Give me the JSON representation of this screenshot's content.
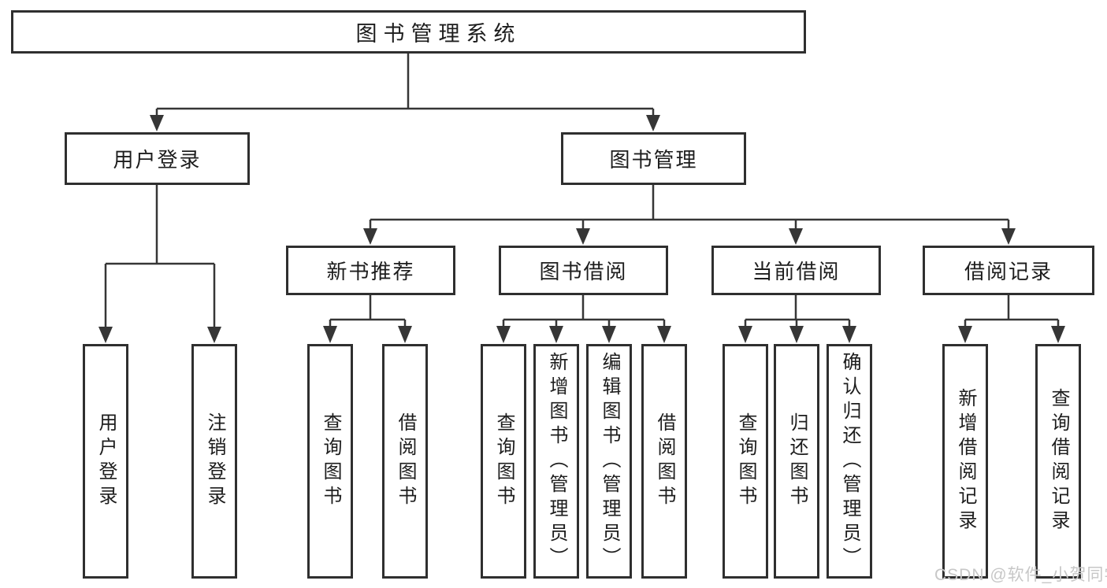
{
  "diagram": {
    "nodes": {
      "root": "图书管理系统",
      "level2": [
        "用户登录",
        "图书管理"
      ],
      "level3": [
        "新书推荐",
        "图书借阅",
        "当前借阅",
        "借阅记录"
      ],
      "leaves": [
        "用户登录",
        "注销登录",
        "查询图书",
        "借阅图书",
        "查询图书",
        "新增图书（管理员）",
        "编辑图书（管理员）",
        "借阅图书",
        "查询图书",
        "归还图书",
        "确认归还（管理员）",
        "新增借阅记录",
        "查询借阅记录"
      ]
    },
    "hierarchy": [
      {
        "parent": "图书管理系统",
        "children": [
          "用户登录",
          "图书管理"
        ]
      },
      {
        "parent": "用户登录",
        "children": [
          "用户登录",
          "注销登录"
        ]
      },
      {
        "parent": "图书管理",
        "children": [
          "新书推荐",
          "图书借阅",
          "当前借阅",
          "借阅记录"
        ]
      },
      {
        "parent": "新书推荐",
        "children": [
          "查询图书",
          "借阅图书"
        ]
      },
      {
        "parent": "图书借阅",
        "children": [
          "查询图书",
          "新增图书（管理员）",
          "编辑图书（管理员）",
          "借阅图书"
        ]
      },
      {
        "parent": "当前借阅",
        "children": [
          "查询图书",
          "归还图书",
          "确认归还（管理员）"
        ]
      },
      {
        "parent": "借阅记录",
        "children": [
          "新增借阅记录",
          "查询借阅记录"
        ]
      }
    ],
    "watermark": "CSDN @软件_小贺同学",
    "colors": {
      "line": "#363636",
      "border": "#2f2f2f",
      "text": "#1d1d1d",
      "watermark": "#c7c7c7",
      "background": "#ffffff"
    }
  }
}
